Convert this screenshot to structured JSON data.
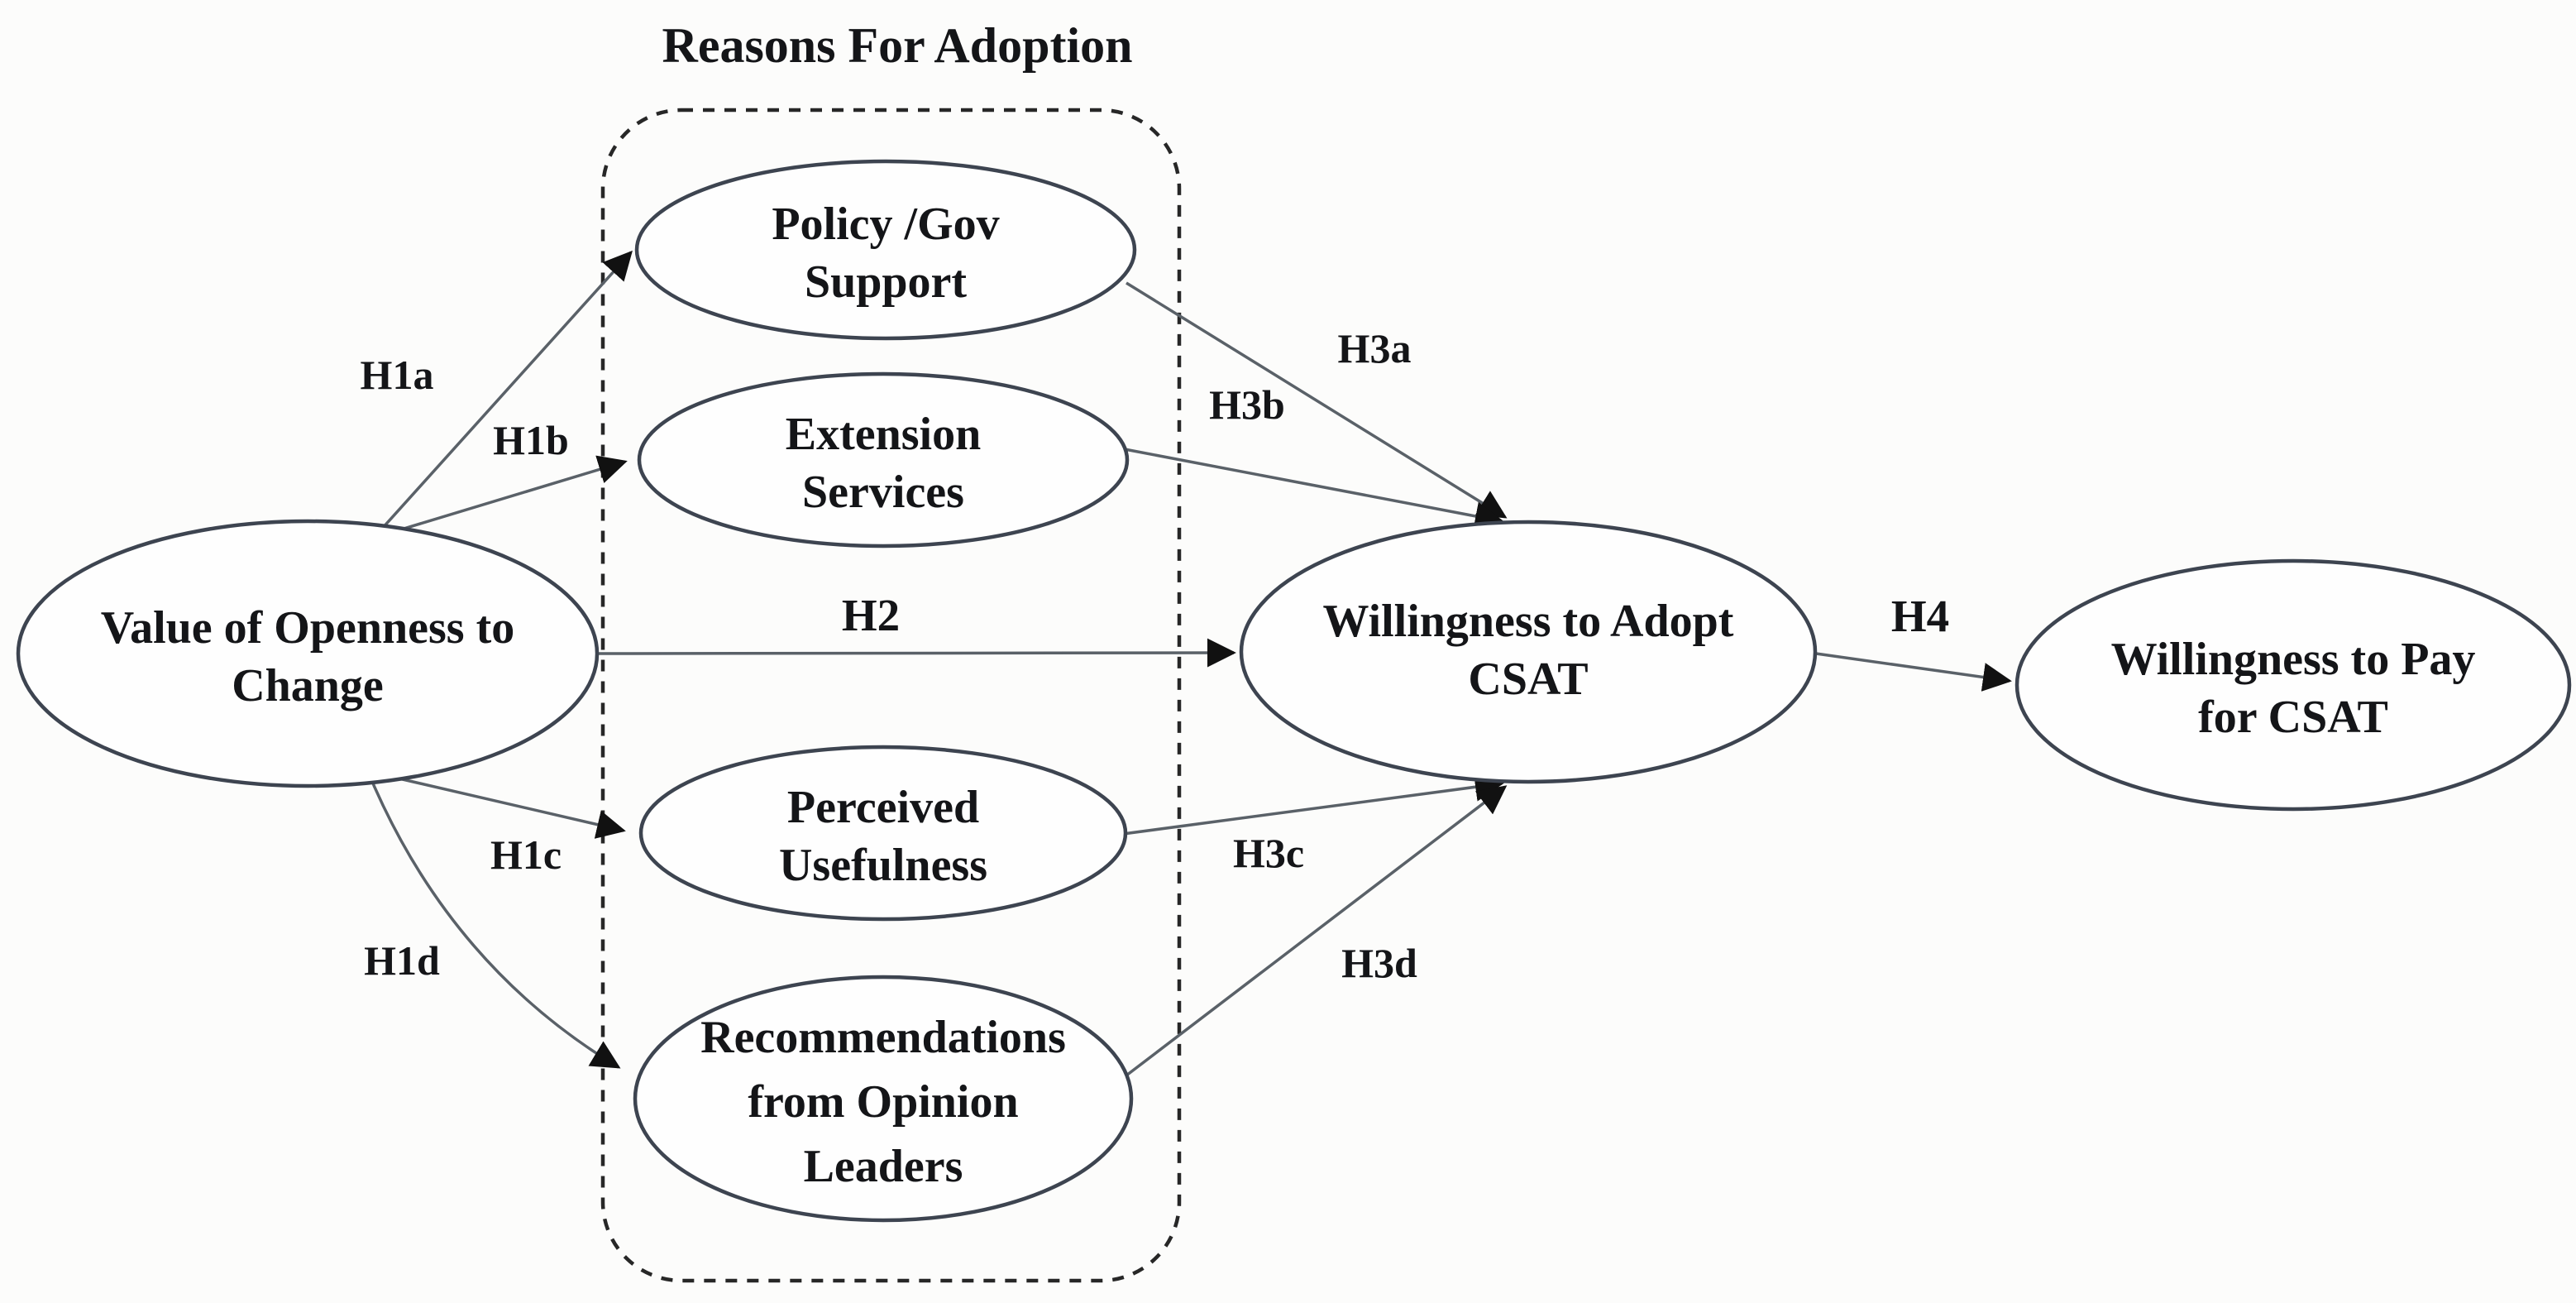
{
  "figure": {
    "title": "Reasons For Adoption",
    "background_color": "#fcfcfb",
    "ellipse_stroke_color": "#3d4450",
    "edge_line_color": "#5a6168",
    "arrowhead_color": "#111111",
    "text_color": "#141518",
    "group_border_style": "dashed rounded rectangle"
  },
  "nodes": {
    "value_openness": {
      "label": "Value of Openness to Change",
      "lines": [
        "Value of Openness to",
        "Change"
      ]
    },
    "policy_gov": {
      "label": "Policy /Gov Support",
      "lines": [
        "Policy /Gov",
        "Support"
      ],
      "group": "Reasons For Adoption"
    },
    "extension": {
      "label": "Extension Services",
      "lines": [
        "Extension",
        "Services"
      ],
      "group": "Reasons For Adoption"
    },
    "perceived": {
      "label": "Perceived Usefulness",
      "lines": [
        "Perceived",
        "Usefulness"
      ],
      "group": "Reasons For Adoption"
    },
    "recommendations": {
      "label": "Recommendations from Opinion Leaders",
      "lines": [
        "Recommendations",
        "from Opinion",
        "Leaders"
      ],
      "group": "Reasons For Adoption"
    },
    "adopt": {
      "label": "Willingness to Adopt CSAT",
      "lines": [
        "Willingness to Adopt",
        "CSAT"
      ]
    },
    "pay": {
      "label": "Willingness to Pay for CSAT",
      "lines": [
        "Willingness to Pay",
        "for CSAT"
      ]
    }
  },
  "edges": {
    "h1a": {
      "label": "H1a",
      "from": "Value of Openness to Change",
      "to": "Policy /Gov Support"
    },
    "h1b": {
      "label": "H1b",
      "from": "Value of Openness to Change",
      "to": "Extension Services"
    },
    "h1c": {
      "label": "H1c",
      "from": "Value of Openness to Change",
      "to": "Perceived Usefulness"
    },
    "h1d": {
      "label": "H1d",
      "from": "Value of Openness to Change",
      "to": "Recommendations from Opinion Leaders"
    },
    "h2": {
      "label": "H2",
      "from": "Value of Openness to Change",
      "to": "Willingness to Adopt CSAT"
    },
    "h3a": {
      "label": "H3a",
      "from": "Policy /Gov Support",
      "to": "Willingness to Adopt CSAT"
    },
    "h3b": {
      "label": "H3b",
      "from": "Extension Services",
      "to": "Willingness to Adopt CSAT"
    },
    "h3c": {
      "label": "H3c",
      "from": "Perceived Usefulness",
      "to": "Willingness to Adopt CSAT"
    },
    "h3d": {
      "label": "H3d",
      "from": "Recommendations from Opinion Leaders",
      "to": "Willingness to Adopt CSAT"
    },
    "h4": {
      "label": "H4",
      "from": "Willingness to Adopt CSAT",
      "to": "Willingness to Pay for CSAT"
    }
  }
}
